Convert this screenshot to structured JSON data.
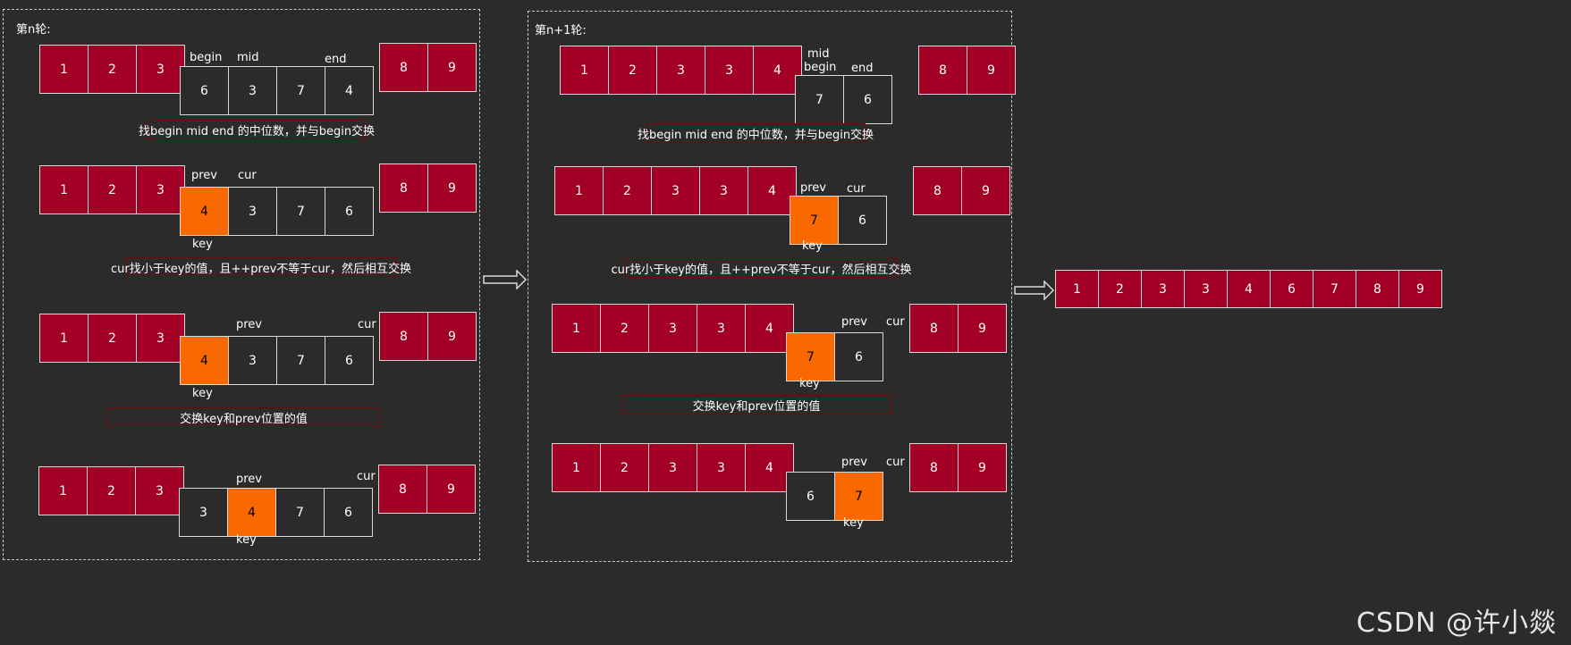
{
  "panel_left": {
    "title": "第n轮:"
  },
  "panel_right": {
    "title": "第n+1轮:"
  },
  "labels": {
    "begin": "begin",
    "mid": "mid",
    "end": "end",
    "prev": "prev",
    "cur": "cur",
    "key": "key"
  },
  "notes": {
    "find_median": "找begin mid end 的中位数，并与begin交换",
    "cur_find": "cur找小于key的值，且++prev不等于cur，然后相互交换",
    "swap_key_prev": "交换key和prev位置的值"
  },
  "left_steps": [
    {
      "sorted_left": [
        "1",
        "2",
        "3"
      ],
      "working": [
        "6",
        "3",
        "7",
        "4"
      ],
      "sorted_right": [
        "8",
        "9"
      ],
      "orange_index": -1
    },
    {
      "sorted_left": [
        "1",
        "2",
        "3"
      ],
      "working": [
        "4",
        "3",
        "7",
        "6"
      ],
      "sorted_right": [
        "8",
        "9"
      ],
      "orange_index": 0
    },
    {
      "sorted_left": [
        "1",
        "2",
        "3"
      ],
      "working": [
        "4",
        "3",
        "7",
        "6"
      ],
      "sorted_right": [
        "8",
        "9"
      ],
      "orange_index": 0
    },
    {
      "sorted_left": [
        "1",
        "2",
        "3"
      ],
      "working": [
        "3",
        "4",
        "7",
        "6"
      ],
      "sorted_right": [
        "8",
        "9"
      ],
      "orange_index": 1
    }
  ],
  "right_steps": [
    {
      "sorted_left": [
        "1",
        "2",
        "3",
        "3",
        "4"
      ],
      "working": [
        "7",
        "6"
      ],
      "sorted_right": [
        "8",
        "9"
      ],
      "orange_index": -1
    },
    {
      "sorted_left": [
        "1",
        "2",
        "3",
        "3",
        "4"
      ],
      "working": [
        "7",
        "6"
      ],
      "sorted_right": [
        "8",
        "9"
      ],
      "orange_index": 0
    },
    {
      "sorted_left": [
        "1",
        "2",
        "3",
        "3",
        "4"
      ],
      "working": [
        "7",
        "6"
      ],
      "sorted_right": [
        "8",
        "9"
      ],
      "orange_index": 0
    },
    {
      "sorted_left": [
        "1",
        "2",
        "3",
        "3",
        "4"
      ],
      "working": [
        "6",
        "7"
      ],
      "sorted_right": [
        "8",
        "9"
      ],
      "orange_index": 1
    }
  ],
  "final_array": [
    "1",
    "2",
    "3",
    "3",
    "4",
    "6",
    "7",
    "8",
    "9"
  ],
  "watermark": "CSDN @许小燚",
  "colors": {
    "cell_red": "#a20025",
    "cell_orange": "#fa6800",
    "background": "#2b2b2b"
  }
}
